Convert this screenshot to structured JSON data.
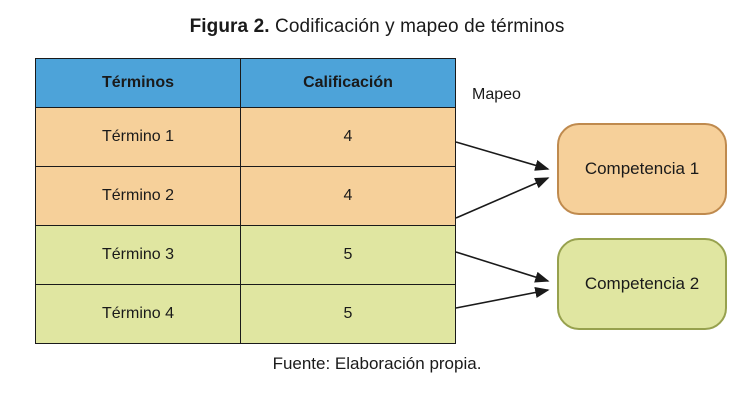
{
  "title": {
    "prefix": "Figura 2.",
    "rest": " Codificación y mapeo de términos"
  },
  "mapeo_label": "Mapeo",
  "table": {
    "headers": [
      "Términos",
      "Calificación"
    ],
    "rows": [
      {
        "term": "Término 1",
        "score": "4",
        "group": "orange"
      },
      {
        "term": "Término 2",
        "score": "4",
        "group": "orange"
      },
      {
        "term": "Término 3",
        "score": "5",
        "group": "green"
      },
      {
        "term": "Término 4",
        "score": "5",
        "group": "green"
      }
    ]
  },
  "boxes": [
    {
      "label": "Competencia 1"
    },
    {
      "label": "Competencia 2"
    }
  ],
  "caption": "Fuente: Elaboración propia.",
  "colors": {
    "header_blue": "#4da3d9",
    "row_orange": "#f6d09a",
    "row_green": "#e0e6a1",
    "box1_border": "#bf8a4e",
    "box2_border": "#97a14e",
    "line_black": "#1a1a1a"
  }
}
